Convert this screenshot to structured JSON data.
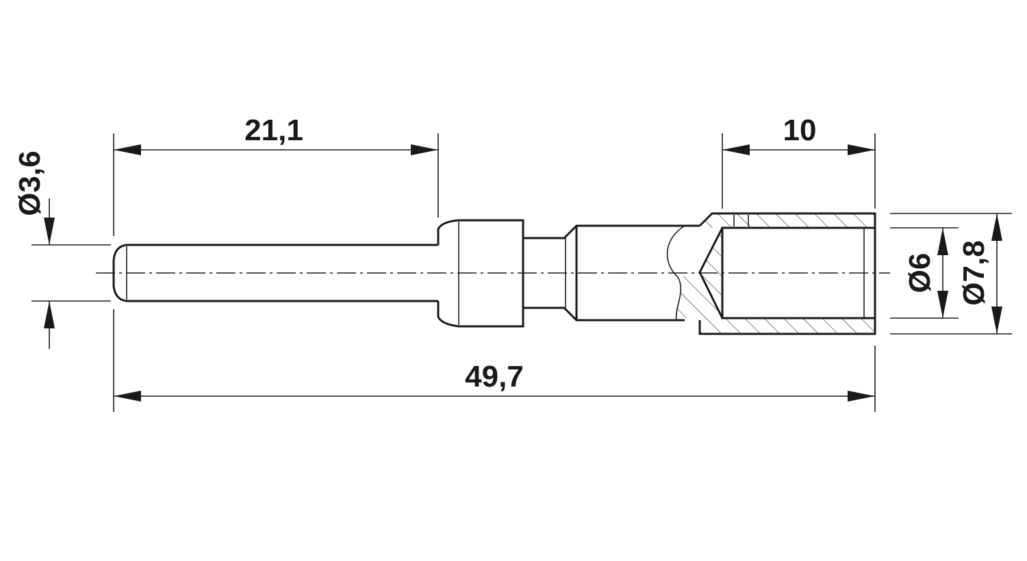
{
  "dimensions": {
    "pin_length": "21,1",
    "socket_depth": "10",
    "total_length": "49,7",
    "pin_diameter": "Ø3,6",
    "bore_diameter": "Ø6",
    "outer_diameter": "Ø7,8"
  },
  "colors": {
    "ink": "#1a1a1a",
    "background": "#ffffff"
  }
}
